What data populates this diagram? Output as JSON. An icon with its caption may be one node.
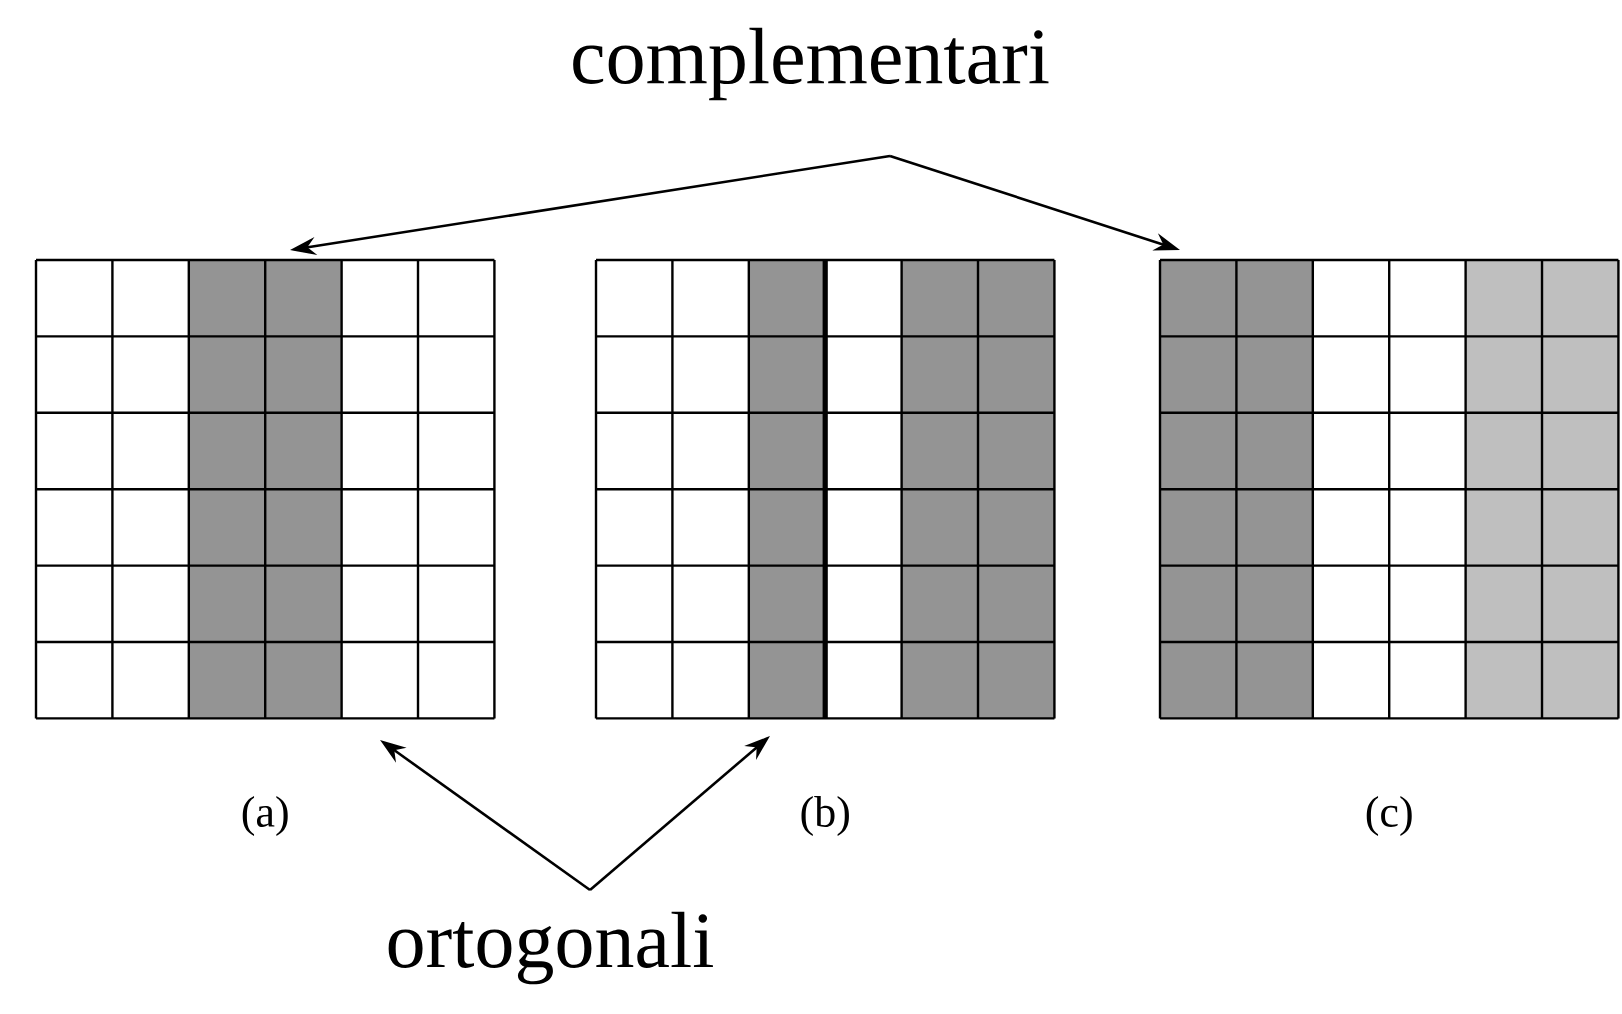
{
  "diagram": {
    "nodes": [
      {
        "text": [
          "complementari"
        ]
      },
      {
        "text": [],
        "shape": "grid",
        "beside": [
          "(a)"
        ]
      },
      {
        "text": [],
        "shape": "grid",
        "beside": [
          "(b)"
        ]
      },
      {
        "text": [],
        "shape": "grid",
        "beside": [
          "(c)"
        ]
      },
      {
        "text": [
          "ortogonali"
        ]
      }
    ],
    "edges": [
      {
        "from": 0,
        "to": 1,
        "arrow": "to"
      },
      {
        "from": 0,
        "to": 3,
        "arrow": "to"
      },
      {
        "from": 4,
        "to": 1,
        "arrow": "to"
      },
      {
        "from": 4,
        "to": 2,
        "arrow": "to"
      }
    ]
  }
}
